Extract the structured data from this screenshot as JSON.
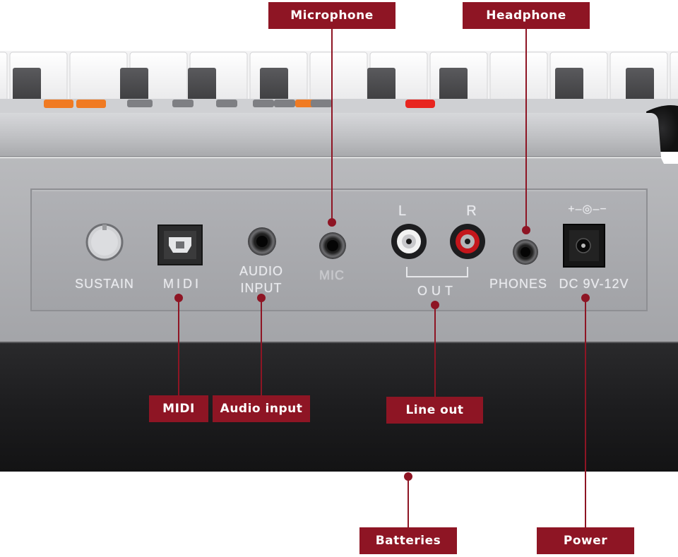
{
  "callouts": {
    "microphone": "Microphone",
    "headphone": "Headphone",
    "midi": "MIDI",
    "audio_input": "Audio input",
    "line_out": "Line out",
    "batteries": "Batteries",
    "power": "Power"
  },
  "panel_labels": {
    "sustain": "SUSTAIN",
    "midi": "MIDI",
    "audio_line1": "AUDIO",
    "audio_line2": "INPUT",
    "mic": "MIC",
    "left": "L",
    "right": "R",
    "out": "OUT",
    "phones": "PHONES",
    "dc": "DC 9V-12V",
    "polarity": "+–◎–−"
  },
  "colors": {
    "callout_bg": "#8e1524",
    "callout_text": "#ffffff",
    "panel": "#a9aaae",
    "body_base": "#1b1b1d",
    "orange_button": "#f07a22",
    "red_button": "#e8251f",
    "rca_red": "#c4161c",
    "rca_white": "#f2f2f2"
  },
  "icons": {
    "dot": "callout-pointer-dot"
  }
}
